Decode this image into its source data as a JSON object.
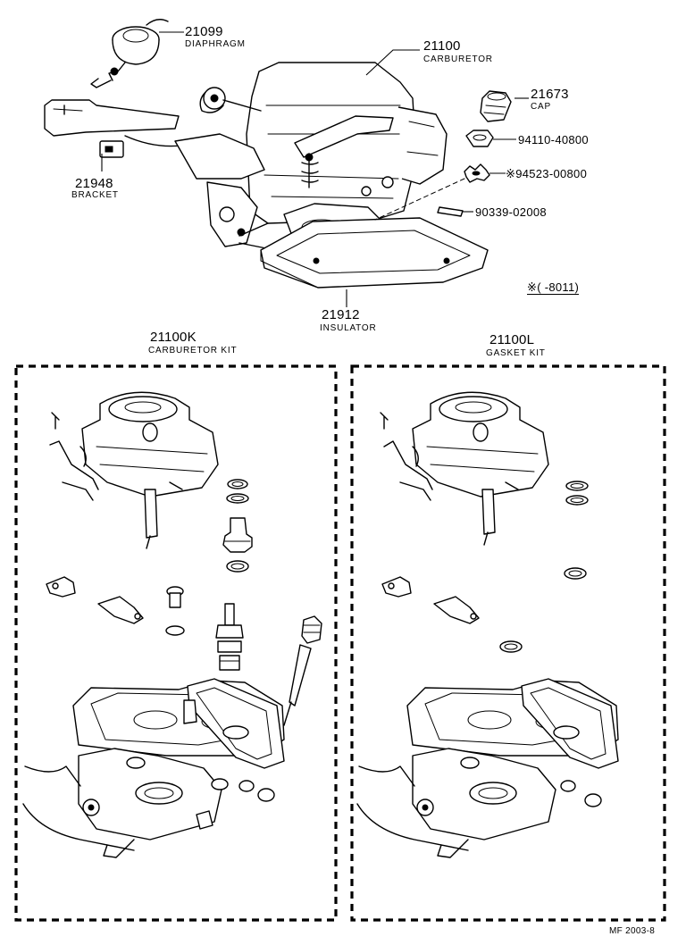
{
  "parts": [
    {
      "id": "diaphragm",
      "number": "21099",
      "name": "DIAPHRAGM"
    },
    {
      "id": "carburetor",
      "number": "21100",
      "name": "CARBURETOR"
    },
    {
      "id": "cap",
      "number": "21673",
      "name": "CAP"
    },
    {
      "id": "nut",
      "number": "94110-40800",
      "name": ""
    },
    {
      "id": "washer",
      "number": "※94523-00800",
      "name": ""
    },
    {
      "id": "pin",
      "number": "90339-02008",
      "name": ""
    },
    {
      "id": "bracket",
      "number": "21948",
      "name": "BRACKET"
    },
    {
      "id": "insulator",
      "number": "21912",
      "name": "INSULATOR"
    }
  ],
  "note": "※(      -8011)",
  "kits": [
    {
      "id": "carburetor-kit",
      "number": "21100K",
      "name": "CARBURETOR KIT"
    },
    {
      "id": "gasket-kit",
      "number": "21100L",
      "name": "GASKET KIT"
    }
  ],
  "ref_code": "MF 2003-8"
}
